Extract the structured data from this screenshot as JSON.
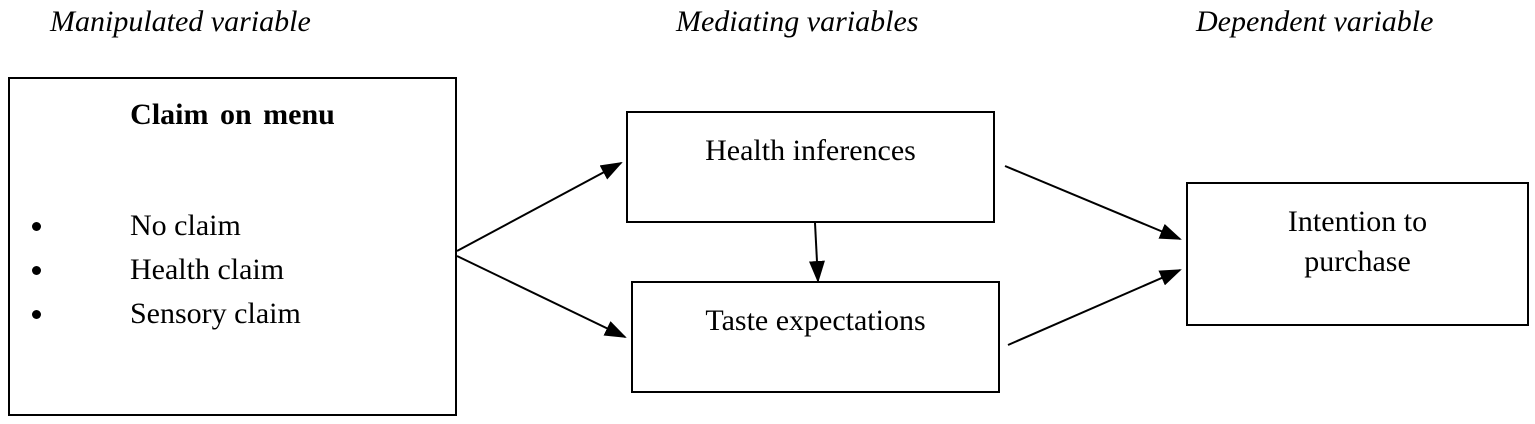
{
  "headings": {
    "manipulated": "Manipulated variable",
    "mediating": "Mediating variables",
    "dependent": "Dependent variable"
  },
  "claim_box": {
    "title": "Claim on menu",
    "items": [
      "No claim",
      "Health claim",
      "Sensory claim"
    ]
  },
  "health_box": {
    "title": "Health inferences"
  },
  "taste_box": {
    "title": "Taste expectations"
  },
  "intent_box": {
    "title": "Intention to purchase"
  },
  "colors": {
    "line": "#000000",
    "background": "#ffffff"
  }
}
